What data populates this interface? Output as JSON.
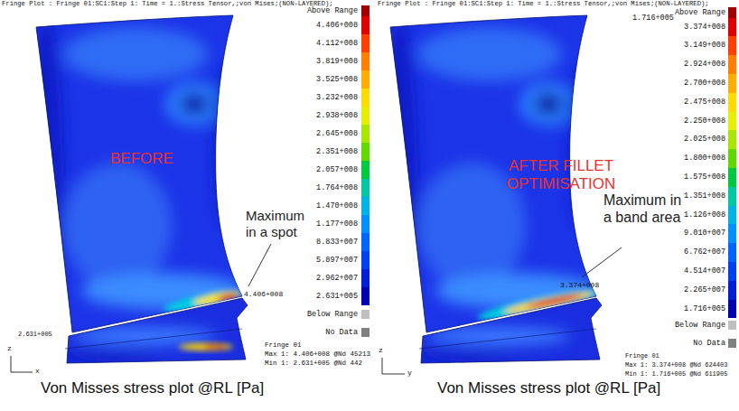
{
  "diagram": {
    "labels": [
      "Fringe Plot : Fringe 01:SC1:Step 1: Time = 1.:Stress Tensor,;von Mises;(NON-LAYERED);",
      "Fringe Plot : Fringe 01:SC1:Step 1: Time = 1.:Stress Tensor,;von Mises;(NON-LAYERED);",
      "BEFORE",
      "AFTER FILLET OPTIMISATION",
      "Maximum in a spot",
      "Maximum in a band area",
      "4.406+008",
      "3.374+008",
      "1.716+005",
      "Fringe 01",
      "Max 1: 4.406+008 @Nd 45213",
      "Min 1: 2.631+005 @Nd 442",
      "Fringe 01",
      "Max 1: 3.374+008 @Nd 624403",
      "Min 1: 1.716+005 @Nd 611905",
      "Von Misses stress plot @RL [Pa]",
      "Von Misses stress plot @RL [Pa]",
      "z",
      "x",
      "z",
      "y",
      "2.631+005"
    ],
    "legend": [
      {
        "text": "Above Range",
        "color": "#a00000"
      },
      {
        "text": "4.406+008",
        "color": "#e00000"
      },
      {
        "text": "4.112+008",
        "color": "#ff4000"
      },
      {
        "text": "3.819+008",
        "color": "#ff7f00"
      },
      {
        "text": "3.525+008",
        "color": "#ffae00"
      },
      {
        "text": "3.232+008",
        "color": "#ffdc00"
      },
      {
        "text": "2.938+008",
        "color": "#e4f000"
      },
      {
        "text": "2.645+008",
        "color": "#a8e600"
      },
      {
        "text": "2.351+008",
        "color": "#60d800"
      },
      {
        "text": "2.057+008",
        "color": "#00c840"
      },
      {
        "text": "1.764+008",
        "color": "#00c8a0"
      },
      {
        "text": "1.470+008",
        "color": "#00b4e6"
      },
      {
        "text": "1.177+008",
        "color": "#0090ff"
      },
      {
        "text": "8.833+007",
        "color": "#0064ff"
      },
      {
        "text": "5.897+007",
        "color": "#0040f0"
      },
      {
        "text": "2.962+007",
        "color": "#0020d8"
      },
      {
        "text": "2.631+005",
        "color": "#0000b4"
      },
      {
        "text": "Below Range",
        "color": "#c0c0c0"
      },
      {
        "text": "No Data",
        "color": "#808080"
      },
      {
        "text": "Above Range",
        "color": "#a00000"
      },
      {
        "text": "3.374+008",
        "color": "#e00000"
      },
      {
        "text": "3.149+008",
        "color": "#ff4000"
      },
      {
        "text": "2.924+008",
        "color": "#ff7f00"
      },
      {
        "text": "2.700+008",
        "color": "#ffae00"
      },
      {
        "text": "2.475+008",
        "color": "#ffdc00"
      },
      {
        "text": "2.250+008",
        "color": "#e4f000"
      },
      {
        "text": "2.025+008",
        "color": "#a8e600"
      },
      {
        "text": "1.800+008",
        "color": "#60d800"
      },
      {
        "text": "1.575+008",
        "color": "#00c840"
      },
      {
        "text": "1.351+008",
        "color": "#00c8a0"
      },
      {
        "text": "1.126+008",
        "color": "#00b4e6"
      },
      {
        "text": "9.010+007",
        "color": "#0090ff"
      },
      {
        "text": "6.762+007",
        "color": "#0064ff"
      },
      {
        "text": "4.514+007",
        "color": "#0040f0"
      },
      {
        "text": "2.265+007",
        "color": "#0020d8"
      },
      {
        "text": "1.716+005",
        "color": "#0000b4"
      },
      {
        "text": "Below Range",
        "color": "#c0c0c0"
      },
      {
        "text": "No Data",
        "color": "#808080"
      }
    ]
  }
}
